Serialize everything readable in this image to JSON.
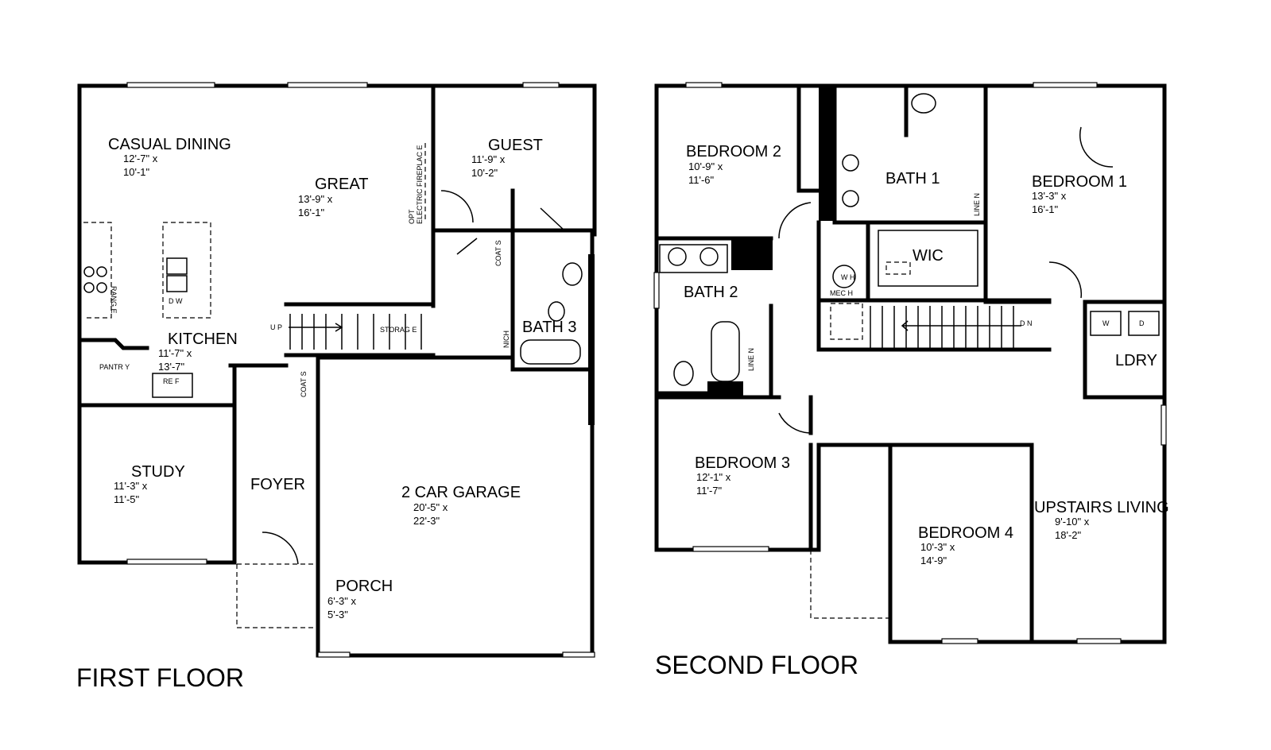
{
  "first_floor": {
    "title": "FIRST FLOOR",
    "rooms": [
      {
        "name": "CASUAL DINING",
        "dim1": "12'-7\" x",
        "dim2": "10'-1\""
      },
      {
        "name": "GREAT",
        "dim1": "13'-9\" x",
        "dim2": "16'-1\""
      },
      {
        "name": "GUEST",
        "dim1": "11'-9\" x",
        "dim2": "10'-2\""
      },
      {
        "name": "KITCHEN",
        "dim1": "11'-7\" x",
        "dim2": "13'-7\""
      },
      {
        "name": "STUDY",
        "dim1": "11'-3\" x",
        "dim2": "11'-5\""
      },
      {
        "name": "FOYER"
      },
      {
        "name": "2 CAR GARAGE",
        "dim1": "20'-5\" x",
        "dim2": "22'-3\""
      },
      {
        "name": "PORCH",
        "dim1": "6'-3\" x",
        "dim2": "5'-3\""
      },
      {
        "name": "BATH 3"
      }
    ],
    "labels": {
      "range": "RANG E",
      "dw": "D W",
      "pantry": "PANTR Y",
      "ref": "RE F",
      "up": "U P",
      "storage": "STORAG E",
      "coat1": "COAT S",
      "coat2": "COAT S",
      "nich": "NICH",
      "opt": "OPT",
      "elec": "ELECTRIC FIREPLAC E"
    }
  },
  "second_floor": {
    "title": "SECOND FLOOR",
    "rooms": [
      {
        "name": "BEDROOM 2",
        "dim1": "10'-9\" x",
        "dim2": "11'-6\""
      },
      {
        "name": "BATH 1"
      },
      {
        "name": "BEDROOM 1",
        "dim1": "13'-3\" x",
        "dim2": "16'-1\""
      },
      {
        "name": "WIC"
      },
      {
        "name": "BATH 2"
      },
      {
        "name": "LDRY"
      },
      {
        "name": "BEDROOM 3",
        "dim1": "12'-1\" x",
        "dim2": "11'-7\""
      },
      {
        "name": "BEDROOM 4",
        "dim1": "10'-3\" x",
        "dim2": "14'-9\""
      },
      {
        "name": "UPSTAIRS LIVING",
        "dim1": "9'-10\" x",
        "dim2": "18'-2\""
      }
    ],
    "labels": {
      "line1": "LINE N",
      "line2": "LINE N",
      "wh": "W H",
      "mech": "MEC H",
      "dn": "D N",
      "washer": "W",
      "dryer": "D"
    }
  }
}
